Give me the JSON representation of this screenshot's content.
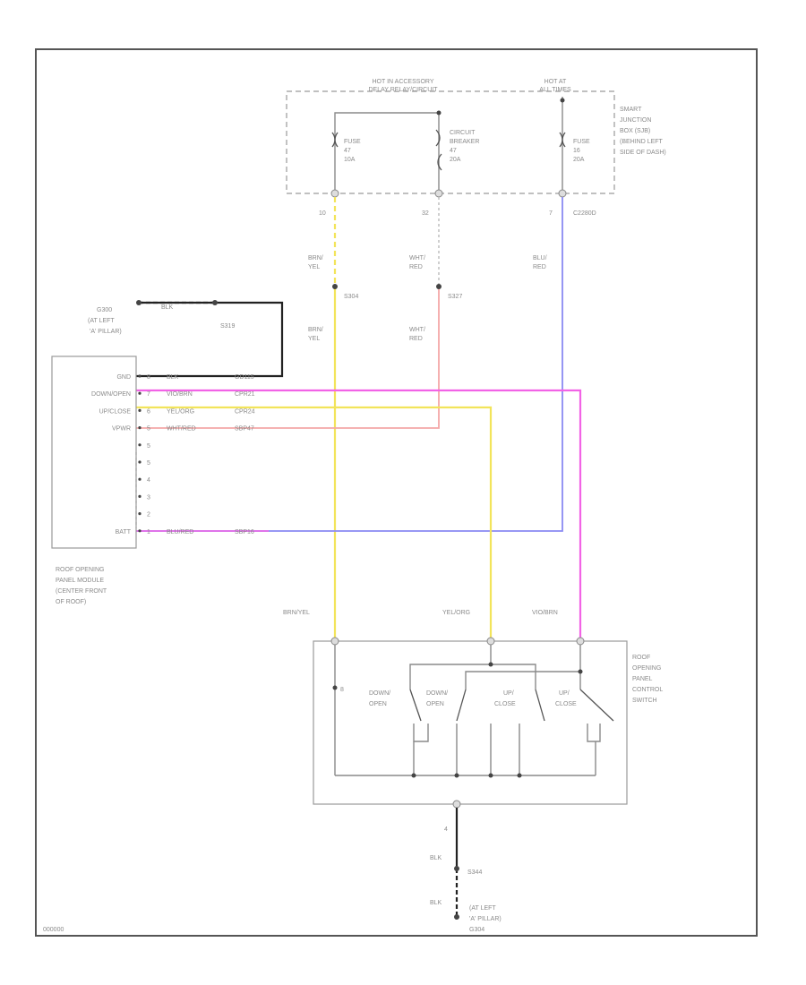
{
  "fuse_box": {
    "hot_label_1": "HOT IN ACCESSORY",
    "hot_label_2": "DELAY RELAY/CIRCUIT",
    "hot_all_1": "HOT AT",
    "hot_all_2": "ALL TIMES",
    "fuse_a": [
      "FUSE",
      "47",
      "10A"
    ],
    "breaker": [
      "CIRCUIT",
      "BREAKER",
      "47",
      "20A"
    ],
    "fuse_b": [
      "FUSE",
      "16",
      "20A"
    ],
    "name": [
      "SMART",
      "JUNCTION",
      "BOX (SJB)",
      "(BEHIND LEFT",
      "SIDE OF DASH)"
    ],
    "pin_a": "10",
    "pin_b": "32",
    "pin_c": "7",
    "connector": "C2280D"
  },
  "wires": {
    "brn_yel": [
      "BRN/",
      "YEL"
    ],
    "wht_red": [
      "WHT/",
      "RED"
    ],
    "blu_red": [
      "BLU/",
      "RED"
    ],
    "splice_1": "S304",
    "splice_2": "S327",
    "brn_yel_2": [
      "BRN/",
      "YEL"
    ],
    "wht_red_2": [
      "WHT/",
      "RED"
    ]
  },
  "ground_top": {
    "ground": [
      "G300",
      "(AT LEFT",
      "'A' PILLAR)"
    ],
    "wire": "BLK",
    "splice": "S319"
  },
  "module": {
    "pins": [
      {
        "label": "GND",
        "num": "8",
        "wire": "BLK",
        "circuit": "GD115"
      },
      {
        "label": "DOWN/OPEN",
        "num": "7",
        "wire": "VIO/BRN",
        "circuit": "CPR21"
      },
      {
        "label": "UP/CLOSE",
        "num": "6",
        "wire": "YEL/ORG",
        "circuit": "CPR24"
      },
      {
        "label": "VPWR",
        "num": "5",
        "wire": "WHT/RED",
        "circuit": "SBP47"
      },
      {
        "label": "",
        "num": "5",
        "wire": "",
        "circuit": ""
      },
      {
        "label": "",
        "num": "5",
        "wire": "",
        "circuit": ""
      },
      {
        "label": "",
        "num": "4",
        "wire": "",
        "circuit": ""
      },
      {
        "label": "",
        "num": "3",
        "wire": "",
        "circuit": ""
      },
      {
        "label": "",
        "num": "2",
        "wire": "",
        "circuit": ""
      },
      {
        "label": "BATT",
        "num": "1",
        "wire": "BLU/RED",
        "circuit": "SBP16"
      }
    ],
    "name": [
      "ROOF OPENING",
      "PANEL MODULE",
      "(CENTER FRONT",
      "OF ROOF)"
    ]
  },
  "switch": {
    "wire_1": "BRN/YEL",
    "wire_2": "YEL/ORG",
    "wire_3": "VIO/BRN",
    "contacts": [
      [
        "DOWN/",
        "OPEN"
      ],
      [
        "DOWN/",
        "OPEN"
      ],
      [
        "UP/",
        "CLOSE"
      ],
      [
        "UP/",
        "CLOSE"
      ]
    ],
    "name": [
      "ROOF",
      "OPENING",
      "PANEL",
      "CONTROL",
      "SWITCH"
    ],
    "pin": "8",
    "bottom_pin": "4"
  },
  "ground_bottom": {
    "wire_1": "BLK",
    "splice": "S344",
    "wire_2": "BLK",
    "ground": [
      "(AT LEFT",
      "'A' PILLAR)",
      "G304"
    ]
  },
  "figure_code": "000000",
  "colors": {
    "brn_yel": "#f2e45a",
    "wht_red": "#f4a7a7",
    "blu_red": "#8a8af2",
    "vio_brn": "#f263e6",
    "yel_org": "#f2e45a"
  }
}
